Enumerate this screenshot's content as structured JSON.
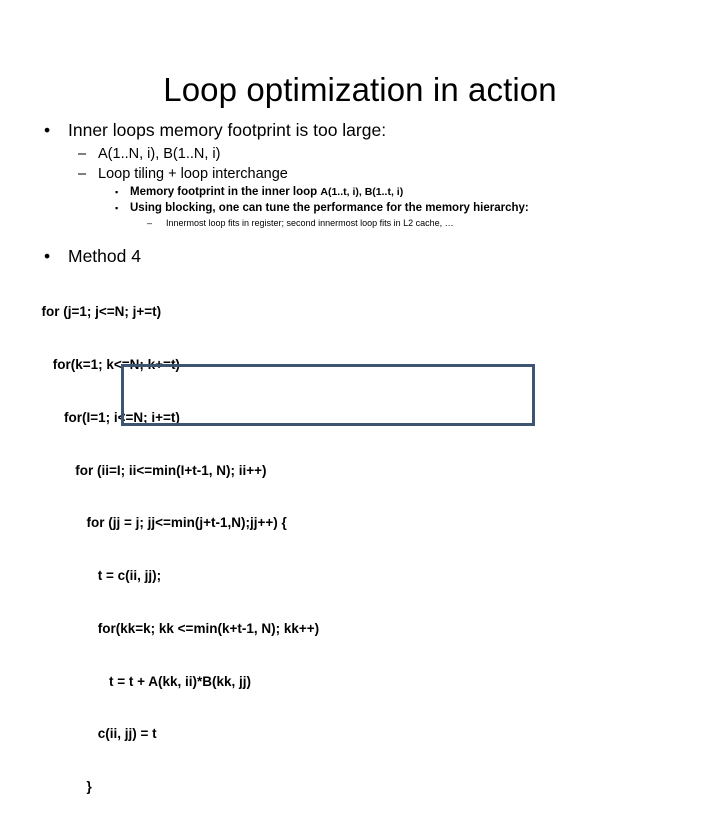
{
  "slide": {
    "title": "Loop optimization in action",
    "accent_color": "#3d5573",
    "background_color": "#ffffff",
    "text_color": "#000000"
  },
  "outline": {
    "bullet_marker_l1": "•",
    "bullet_marker_l2": "–",
    "bullet_marker_l3": "▪",
    "bullet_marker_l4": "–",
    "items": [
      {
        "level": 1,
        "text": "Inner loops memory footprint is too large:"
      },
      {
        "level": 2,
        "text": "A(1..N, i), B(1..N, i)"
      },
      {
        "level": 2,
        "text": "Loop tiling + loop interchange"
      },
      {
        "level": 3,
        "text": "Memory footprint in the inner loop ",
        "text_tail": "A(1..t, i), B(1..t, i)"
      },
      {
        "level": 3,
        "text": "Using blocking, one can tune the performance for the memory hierarchy:",
        "text_tail": ""
      },
      {
        "level": 4,
        "text": "Innermost loop fits in register; second innermost loop fits in L2 cache, …"
      },
      {
        "level": 1,
        "text": "Method 4"
      }
    ]
  },
  "code_block": {
    "language": "c-like-pseudocode",
    "lines": [
      "  for (j=1; j<=N; j+=t)",
      "     for(k=1; k<=N; k+=t)",
      "        for(I=1; i<=N; i+=t)",
      "           for (ii=I; ii<=min(I+t-1, N); ii++)",
      "              for (jj = j; jj<=min(j+t-1,N);jj++) {",
      "                 t = c(ii, jj);",
      "                 for(kk=k; kk <=min(k+t-1, N); kk++)",
      "                    t = t + A(kk, ii)*B(kk, jj)",
      "                 c(ii, jj) = t",
      "              }"
    ]
  },
  "highlight": {
    "label": "inner-computation-emphasis-box",
    "color": "#3d5573",
    "covers_lines": [
      5,
      6,
      7,
      8
    ]
  }
}
